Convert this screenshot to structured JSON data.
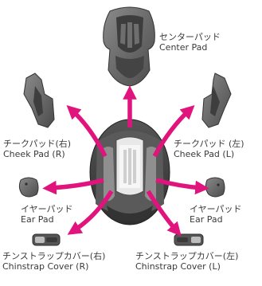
{
  "diagram": {
    "parts": [
      {
        "id": "center-pad",
        "ja": "センターパッド",
        "en": "Center Pad"
      },
      {
        "id": "cheek-pad-right",
        "ja": "チークパッド(右)",
        "en": "Cheek Pad (R)"
      },
      {
        "id": "cheek-pad-left",
        "ja": "チークパッド (左)",
        "en": "Cheek Pad (L)"
      },
      {
        "id": "ear-pad-right",
        "ja": "イヤーパッド",
        "en": "Ear Pad"
      },
      {
        "id": "ear-pad-left",
        "ja": "イヤーパッド",
        "en": "Ear Pad"
      },
      {
        "id": "chinstrap-cover-right",
        "ja": "チンストラップカバー(右)",
        "en": "Chinstrap Cover (R)"
      },
      {
        "id": "chinstrap-cover-left",
        "ja": "チンストラップカバー(左)",
        "en": "Chinstrap Cover (L)"
      }
    ],
    "colors": {
      "arrow": "#e0147c",
      "pad_dark": "#4a4a4a",
      "pad_mid": "#7a7a7a",
      "pad_light": "#bdbdbd",
      "text": "#3a3a3a"
    }
  }
}
